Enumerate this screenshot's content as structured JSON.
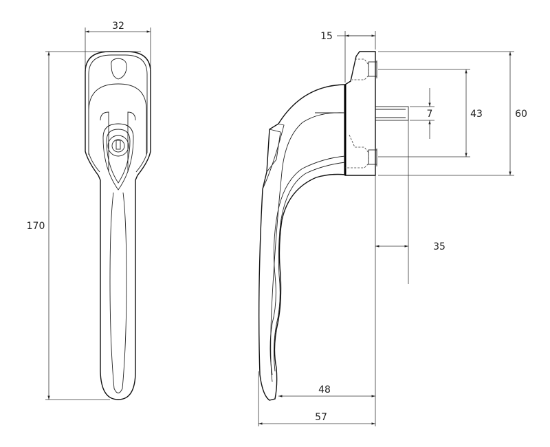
{
  "title": "Window handle technical drawing",
  "front_view": {
    "width_label": "32",
    "height_label": "170"
  },
  "side_view": {
    "base_depth_label": "15",
    "spindle_label": "7",
    "screw_spacing_label": "43",
    "base_height_label": "60",
    "spindle_length_label": "35",
    "lever_reach_label": "48",
    "total_depth_label": "57"
  }
}
